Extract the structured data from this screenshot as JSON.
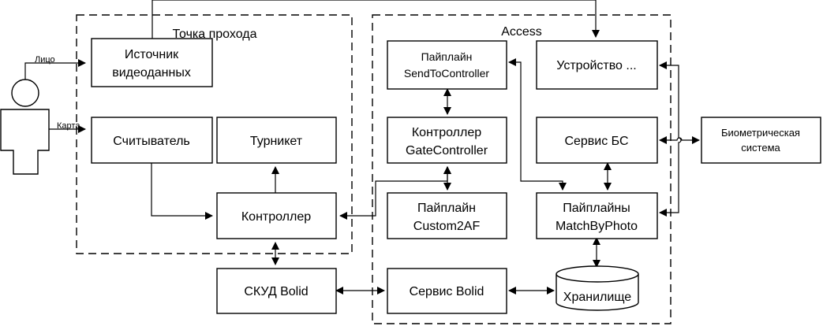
{
  "frames": {
    "passage_point": "Точка прохода",
    "access": "Access"
  },
  "actor": {
    "face_label": "Лицо",
    "card_label": "Карта"
  },
  "blocks": {
    "video_source": [
      "Источник",
      "видеоданных"
    ],
    "reader": "Считыватель",
    "turnstile": "Турникет",
    "controller": "Контроллер",
    "skud": "СКУД Bolid",
    "pipeline_send": [
      "Пайплайн",
      "SendToController"
    ],
    "gate_controller": [
      "Контроллер",
      "GateController"
    ],
    "pipeline_custom": [
      "Пайплайн",
      "Custom2AF"
    ],
    "device": "Устройство ...",
    "bs_service": "Сервис БС",
    "pipelines_match": [
      "Пайплайны",
      "MatchByPhoto"
    ],
    "bolid_service": "Сервис Bolid",
    "storage": "Хранилище",
    "biometric_system": [
      "Биометрическая",
      "система"
    ]
  }
}
